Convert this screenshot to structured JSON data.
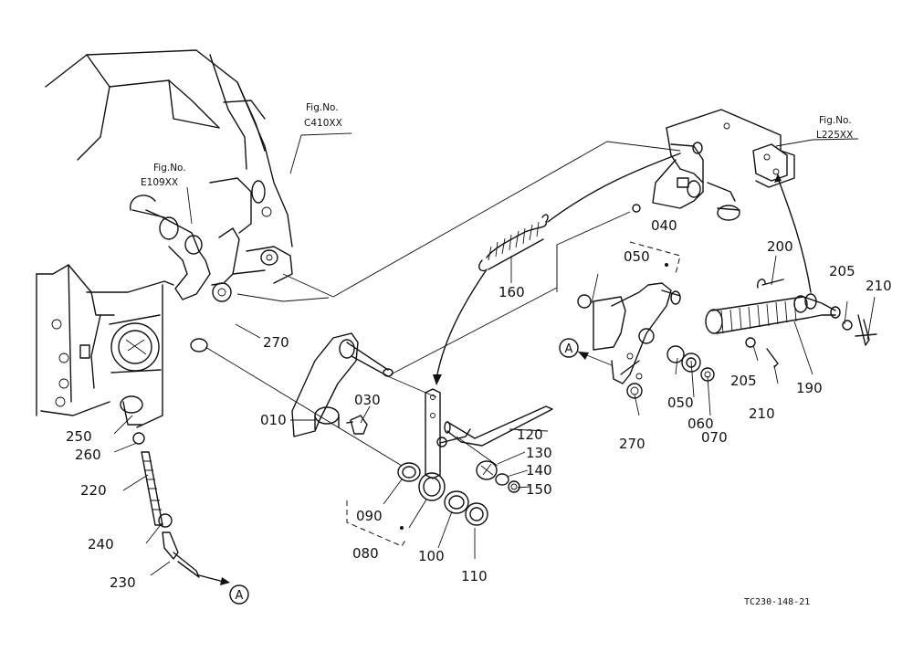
{
  "fig_refs": [
    {
      "line1": "Fig.No.",
      "line2": "C410XX"
    },
    {
      "line1": "Fig.No.",
      "line2": "E109XX"
    },
    {
      "line1": "Fig.No.",
      "line2": "L225XX"
    }
  ],
  "ref_markers": [
    "A",
    "A"
  ],
  "part_labels": [
    "010",
    "030",
    "040",
    "050",
    "050",
    "060",
    "070",
    "080",
    "090",
    "100",
    "110",
    "120",
    "130",
    "140",
    "150",
    "160",
    "190",
    "200",
    "205",
    "205",
    "210",
    "210",
    "220",
    "230",
    "240",
    "250",
    "260",
    "270",
    "270"
  ],
  "drawing_code": "TC230-148-21"
}
